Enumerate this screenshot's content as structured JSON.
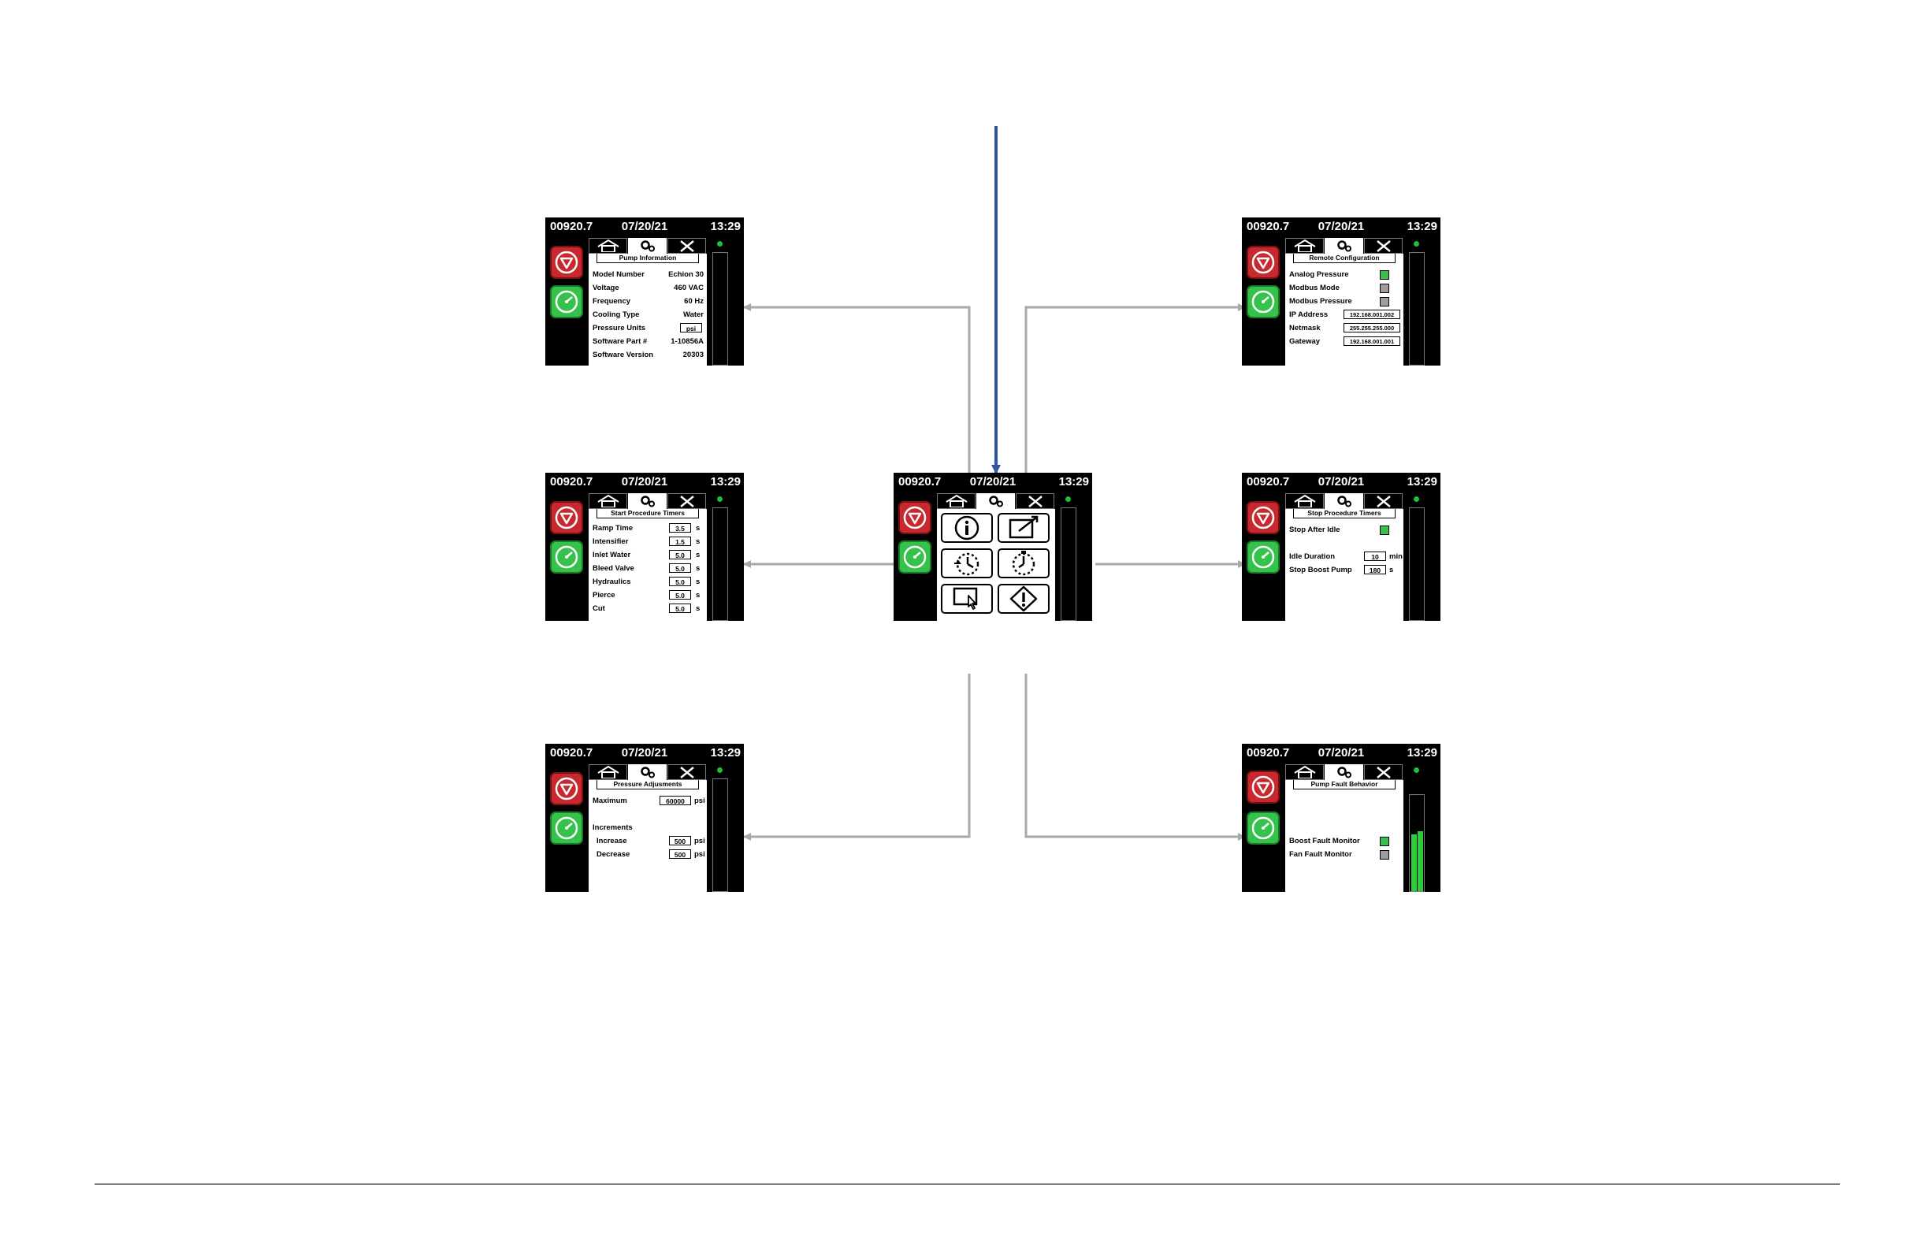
{
  "status": {
    "reading": "00920.7",
    "date": "07/20/21",
    "time": "13:29"
  },
  "screens": {
    "pump_info": {
      "title": "Pump Information",
      "rows": [
        {
          "label": "Model Number",
          "value": "Echion 30"
        },
        {
          "label": "Voltage",
          "value": "460 VAC"
        },
        {
          "label": "Frequency",
          "value": "60 Hz"
        },
        {
          "label": "Cooling Type",
          "value": "Water"
        },
        {
          "label": "Pressure Units",
          "value": "psi"
        },
        {
          "label": "Software Part #",
          "value": "1-10856A"
        },
        {
          "label": "Software Version",
          "value": "20303"
        }
      ]
    },
    "remote_config": {
      "title": "Remote Configuration",
      "checks": [
        {
          "label": "Analog Pressure",
          "state": "on"
        },
        {
          "label": "Modbus Mode",
          "state": "off"
        },
        {
          "label": "Modbus Pressure",
          "state": "off"
        }
      ],
      "fields": [
        {
          "label": "IP Address",
          "value": "192.168.001.002"
        },
        {
          "label": "Netmask",
          "value": "255.255.255.000"
        },
        {
          "label": "Gateway",
          "value": "192.168.001.001"
        }
      ]
    },
    "start_timers": {
      "title": "Start Procedure Timers",
      "rows": [
        {
          "label": "Ramp Time",
          "value": "3.5",
          "unit": "s"
        },
        {
          "label": "Intensifier",
          "value": "1.5",
          "unit": "s"
        },
        {
          "label": "Inlet Water",
          "value": "5.0",
          "unit": "s"
        },
        {
          "label": "Bleed Valve",
          "value": "5.0",
          "unit": "s"
        },
        {
          "label": "Hydraulics",
          "value": "5.0",
          "unit": "s"
        },
        {
          "label": "Pierce",
          "value": "5.0",
          "unit": "s"
        },
        {
          "label": "Cut",
          "value": "5.0",
          "unit": "s"
        }
      ]
    },
    "stop_timers": {
      "title": "Stop Procedure Timers",
      "stop_after_idle": "Stop After Idle",
      "idle_duration": {
        "label": "Idle Duration",
        "value": "10",
        "unit": "min"
      },
      "stop_boost": {
        "label": "Stop Boost Pump",
        "value": "180",
        "unit": "s"
      }
    },
    "pressure_adj": {
      "title": "Pressure Adjusments",
      "maximum": {
        "label": "Maximum",
        "value": "60000",
        "unit": "psi"
      },
      "increments_label": "Increments",
      "increase": {
        "label": "Increase",
        "value": "500",
        "unit": "psi"
      },
      "decrease": {
        "label": "Decrease",
        "value": "500",
        "unit": "psi"
      }
    },
    "fault_behavior": {
      "title": "Pump Fault Behavior",
      "boost": {
        "label": "Boost Fault Monitor",
        "state": "on"
      },
      "fan": {
        "label": "Fan Fault Monitor",
        "state": "off"
      }
    }
  },
  "menu_icons": [
    "info-icon",
    "remote-config-icon",
    "start-timer-icon",
    "stop-timer-icon",
    "pressure-adjust-icon",
    "fault-warning-icon"
  ],
  "colors": {
    "stop": "#c8292e",
    "start": "#34c24a",
    "flow_arrow": "#2f55a4",
    "connector": "#a8a8a8"
  }
}
